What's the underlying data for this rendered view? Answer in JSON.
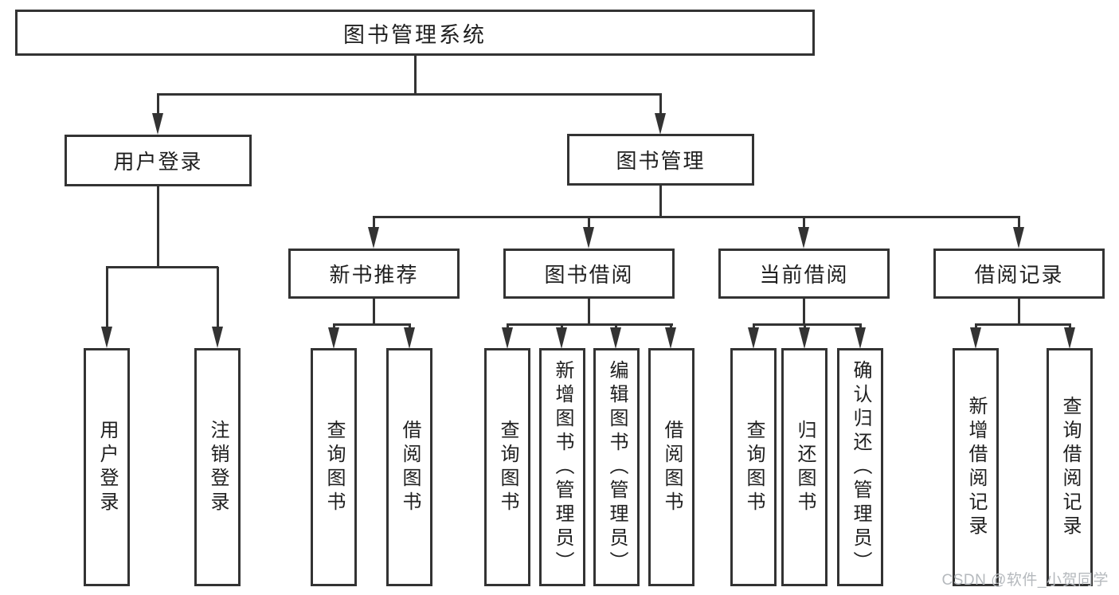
{
  "diagram": {
    "title": "图书管理系统",
    "level2": [
      {
        "label": "用户登录"
      },
      {
        "label": "图书管理"
      }
    ],
    "level3": [
      {
        "label": "新书推荐"
      },
      {
        "label": "图书借阅"
      },
      {
        "label": "当前借阅"
      },
      {
        "label": "借阅记录"
      }
    ],
    "leaves": {
      "user_login": [
        "用户登录",
        "注销登录"
      ],
      "new_book_recommend": [
        "查询图书",
        "借阅图书"
      ],
      "book_borrow": [
        "查询图书",
        "新增图书（管理员）",
        "编辑图书（管理员）",
        "借阅图书"
      ],
      "current_borrow": [
        "查询图书",
        "归还图书",
        "确认归还（管理员）"
      ],
      "borrow_records": [
        "新增借阅记录",
        "查询借阅记录"
      ]
    },
    "watermark": "CSDN @软件_小贺同学",
    "colors": {
      "line": "#333333",
      "text": "#1f1f1f",
      "watermark": "#b5b9bd",
      "background": "#ffffff"
    }
  }
}
